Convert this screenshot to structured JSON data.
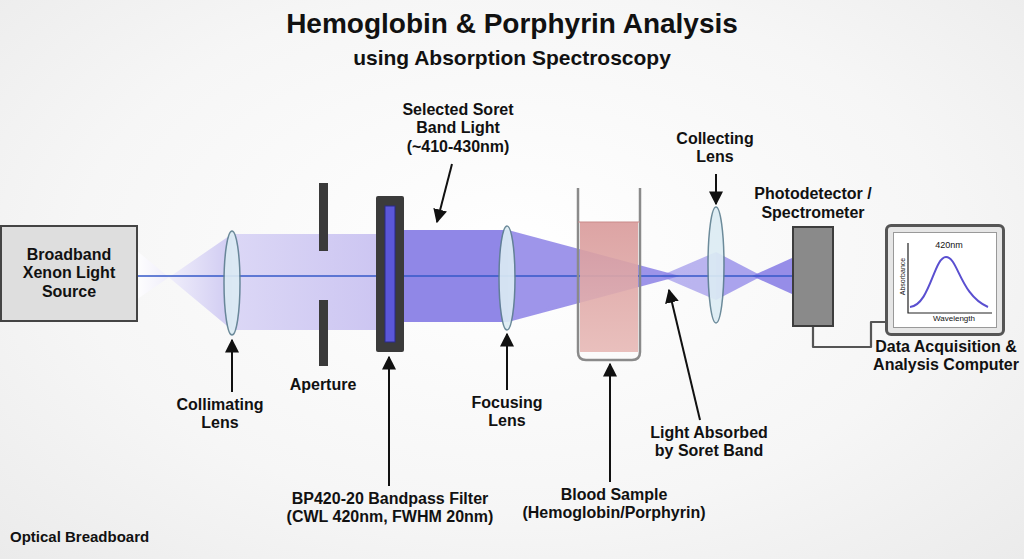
{
  "diagram": {
    "title": "Hemoglobin & Porphyrin Analysis",
    "nodes": [
      {
        "text": [
          "Broadband Xenon Light Source"
        ]
      },
      {
        "text": [
          "Photodetector / Spectrometer"
        ]
      },
      {
        "text": [
          "Data Acquisition & Analysis Computer"
        ]
      },
      {
        "text": [
          "420nm",
          "Absorbance",
          "Wavelength"
        ],
        "in": 2
      }
    ],
    "edges": [
      {
        "from": 1,
        "to": 2,
        "arrow": "none"
      }
    ],
    "labels": [
      "using Absorption Spectroscopy",
      "Selected Soret Band Light (~410-430nm)",
      "Collecting Lens",
      "Collimating Lens",
      "Aperture",
      "BP420-20 Bandpass Filter (CWL 420nm, FWHM 20nm)",
      "Focusing Lens",
      "Blood Sample (Hemoglobin/Porphyrin)",
      "Light Absorbed by Soret Band",
      "Optical Breadboard"
    ]
  }
}
